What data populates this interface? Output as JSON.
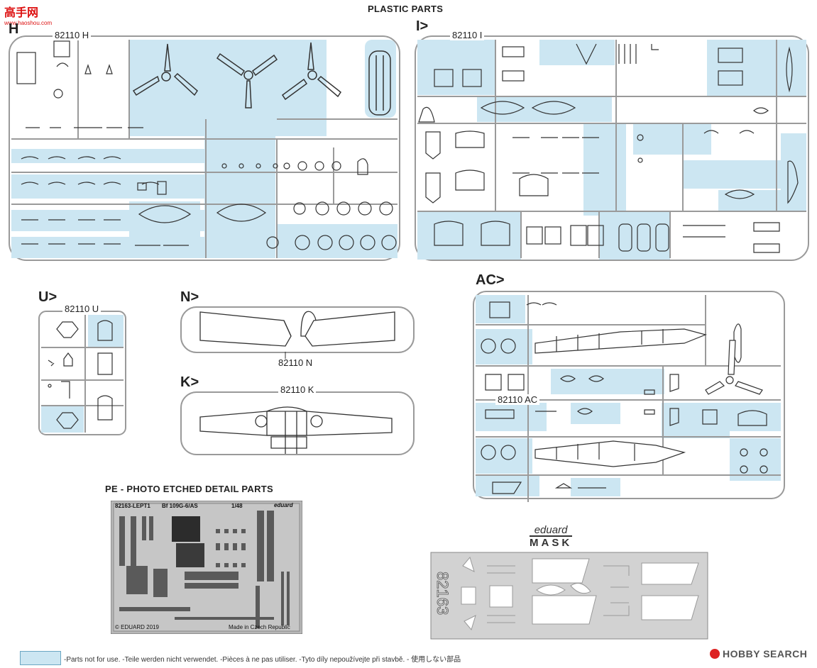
{
  "header": {
    "title": "PLASTIC PARTS"
  },
  "watermark_logo": {
    "text": "高手网",
    "sub": "www.haoshou.com"
  },
  "frames": {
    "H": {
      "letter": "H",
      "code": "82110 H"
    },
    "I": {
      "letter": "I>",
      "code": "82110 I"
    },
    "U": {
      "letter": "U>",
      "code": "82110 U"
    },
    "N": {
      "letter": "N>",
      "code": "82110 N"
    },
    "K": {
      "letter": "K>",
      "code": "82110 K"
    },
    "AC": {
      "letter": "AC>",
      "code": "82110 AC"
    }
  },
  "pe": {
    "heading": "PE - PHOTO ETCHED DETAIL PARTS",
    "code": "82163-LEPT1",
    "model": "Bf 109G-6/AS",
    "scale": "1/48",
    "brand": "eduard",
    "copyright": "© EDUARD 2019",
    "made_in": "Made in Czech Republic"
  },
  "mask": {
    "brand": "eduard",
    "word": "MASK",
    "code": "82163"
  },
  "legend": {
    "text": "-Parts not for use. -Teile werden nicht verwendet. -Pièces à ne pas utiliser. -Tyto díly nepoužívejte při stavbě. -   使用しない部品",
    "box_color": "#cce6f2"
  },
  "footer_brand": {
    "text": "HOBBY SEARCH"
  },
  "colors": {
    "unused_fill": "#cce6f2",
    "sprue_line": "#9a9a9a",
    "part_line": "#333333"
  }
}
